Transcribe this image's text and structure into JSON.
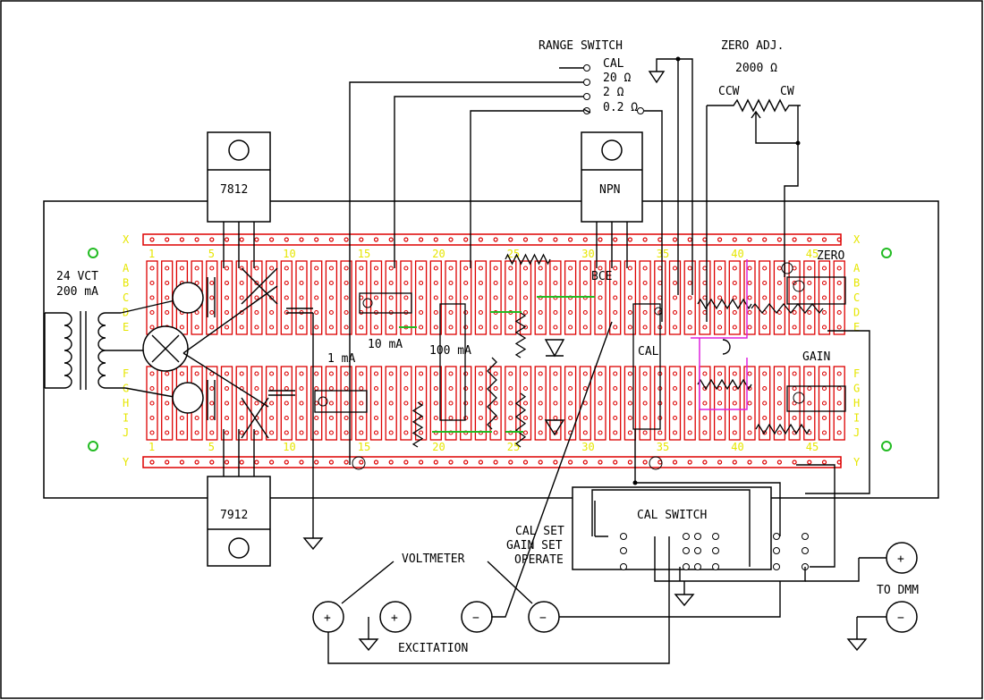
{
  "labels": {
    "range_switch": "RANGE SWITCH",
    "cal": "CAL",
    "r20": "20 Ω",
    "r2": "2 Ω",
    "r02": "0.2 Ω",
    "zero_adj": "ZERO ADJ.",
    "zero_adj_value": "2000 Ω",
    "ccw": "CCW",
    "cw": "CW",
    "reg_pos": "7812",
    "reg_neg": "7912",
    "npn": "NPN",
    "bce": "BCE",
    "transformer_v": "24 VCT",
    "transformer_i": "200 mA",
    "zero": "ZERO",
    "gain": "GAIN",
    "cal_board": "CAL",
    "ma1": "1 mA",
    "ma10": "10 mA",
    "ma100": "100 mA",
    "cal_switch": "CAL SWITCH",
    "cal_set": "CAL SET",
    "gain_set": "GAIN SET",
    "operate": "OPERATE",
    "voltmeter": "VOLTMETER",
    "excitation": "EXCITATION",
    "to_dmm": "TO DMM",
    "plus": "+",
    "minus": "−"
  },
  "row_letters_top": [
    "A",
    "B",
    "C",
    "D",
    "E"
  ],
  "row_letters_bottom": [
    "F",
    "G",
    "H",
    "I",
    "J"
  ],
  "rail_top": "X",
  "rail_bottom": "Y",
  "column_numbers": [
    "1",
    "5",
    "10",
    "15",
    "20",
    "25",
    "30",
    "35",
    "40",
    "45"
  ],
  "colors": {
    "board_red": "#dd0000",
    "label_yellow": "#e6e600",
    "mount_hole_green": "#22bb22",
    "jumper_green": "#22bb22",
    "jumper_magenta": "#dd22dd",
    "wire_black": "#000000"
  }
}
